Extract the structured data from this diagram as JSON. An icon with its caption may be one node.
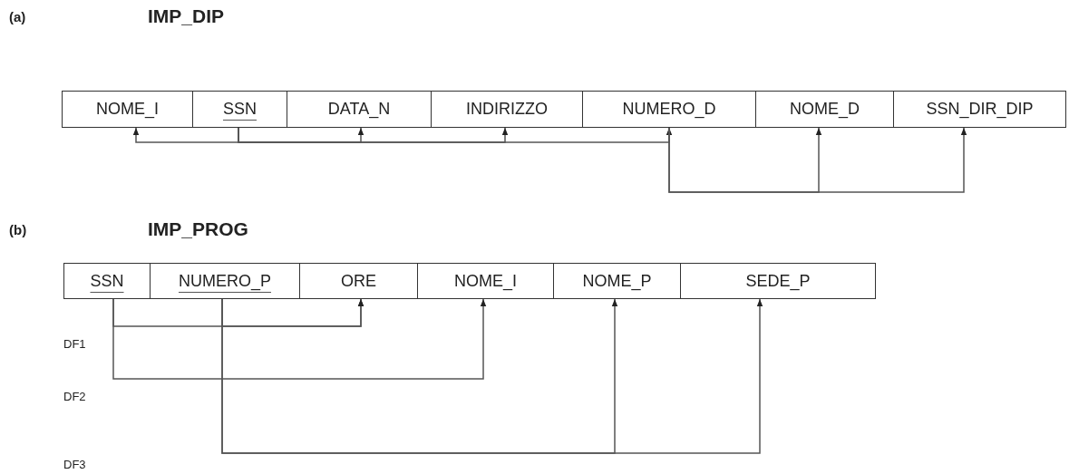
{
  "diagram": {
    "nodes": [
      {
        "text": [
          "NOME_I"
        ]
      },
      {
        "text": [
          "SSN"
        ]
      },
      {
        "text": [
          "DATA_N"
        ]
      },
      {
        "text": [
          "INDIRIZZO"
        ]
      },
      {
        "text": [
          "NUMERO_D"
        ]
      },
      {
        "text": [
          "NOME_D"
        ]
      },
      {
        "text": [
          "SSN_DIR_DIP"
        ]
      },
      {
        "text": [
          "SSN"
        ]
      },
      {
        "text": [
          "NUMERO_P"
        ]
      },
      {
        "text": [
          "ORE"
        ]
      },
      {
        "text": [
          "NOME_I"
        ]
      },
      {
        "text": [
          "NOME_P"
        ]
      },
      {
        "text": [
          "SEDE_P"
        ]
      }
    ],
    "edges": [
      {
        "from": 1,
        "to": 0,
        "arrow": "to"
      },
      {
        "from": 1,
        "to": 2,
        "arrow": "to"
      },
      {
        "from": 1,
        "to": 3,
        "arrow": "to"
      },
      {
        "from": 1,
        "to": 4,
        "arrow": "to"
      },
      {
        "from": 4,
        "to": 5,
        "arrow": "to"
      },
      {
        "from": 4,
        "to": 6,
        "arrow": "to"
      },
      {
        "from": 7,
        "to": 9,
        "arrow": "to"
      },
      {
        "from": 8,
        "to": 9,
        "arrow": "to"
      },
      {
        "from": 7,
        "to": 10,
        "arrow": "to"
      },
      {
        "from": 8,
        "to": 11,
        "arrow": "to"
      },
      {
        "from": 8,
        "to": 12,
        "arrow": "to"
      }
    ],
    "labels": [
      "(a)",
      "IMP_DIP",
      "(b)",
      "IMP_PROG",
      "DF1",
      "DF2",
      "DF3"
    ]
  }
}
